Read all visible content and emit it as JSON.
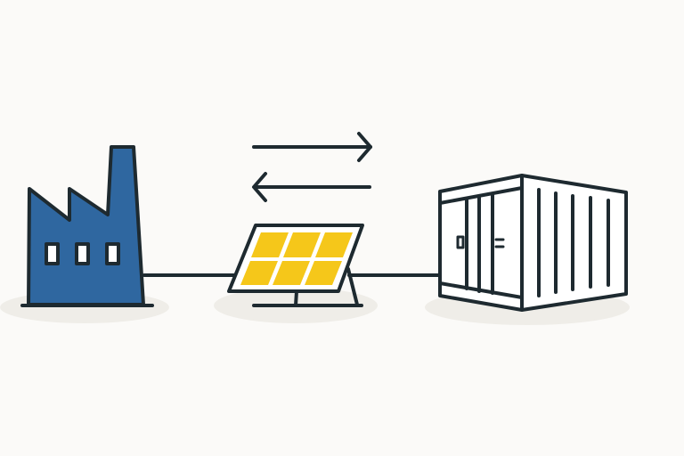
{
  "diagram": {
    "nodes": [
      {
        "id": "factory",
        "icon": "factory-icon"
      },
      {
        "id": "solar-panel",
        "icon": "solar-panel-icon"
      },
      {
        "id": "container",
        "icon": "shipping-container-icon"
      }
    ],
    "edges": [
      {
        "from": "factory",
        "to": "solar-panel"
      },
      {
        "from": "solar-panel",
        "to": "container"
      }
    ],
    "arrows": [
      "arrow-right-icon",
      "arrow-left-icon"
    ]
  },
  "colors": {
    "background": "#fbfaf8",
    "stroke": "#1e2a30",
    "factory_blue": "#2f67a0",
    "solar_yellow": "#f5c71a",
    "shadow": "#efede8"
  }
}
